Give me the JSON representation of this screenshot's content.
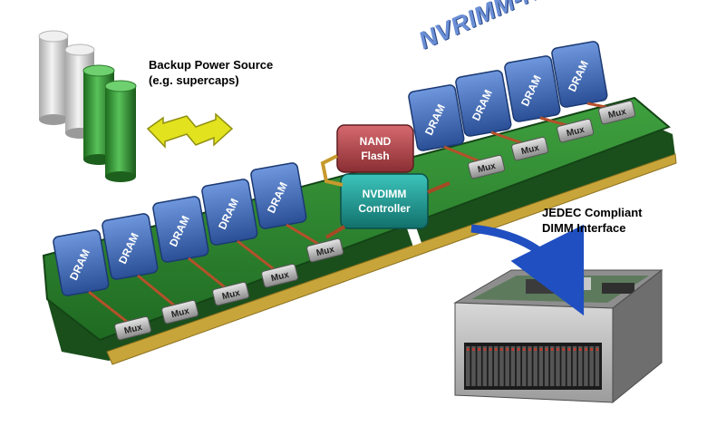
{
  "labels": {
    "product_title": "NVRIMM-N",
    "backup_line1": "Backup Power Source",
    "backup_line2": "(e.g. supercaps)",
    "jedec_line1": "JEDEC Compliant",
    "jedec_line2": "DIMM Interface"
  },
  "chips": {
    "dram": "DRAM",
    "mux": "Mux",
    "nand_line1": "NAND",
    "nand_line2": "Flash",
    "controller_line1": "NVDIMM",
    "controller_line2": "Controller"
  },
  "colors": {
    "pcb_green": "#2f8a2f",
    "dram_blue": "#3a66b0",
    "nand_red": "#b0444a",
    "controller_teal": "#1f9a92",
    "gold_contacts": "#c8a53a",
    "arrow_yellow": "#e2e21e",
    "title_blue": "#6b8fd6"
  }
}
